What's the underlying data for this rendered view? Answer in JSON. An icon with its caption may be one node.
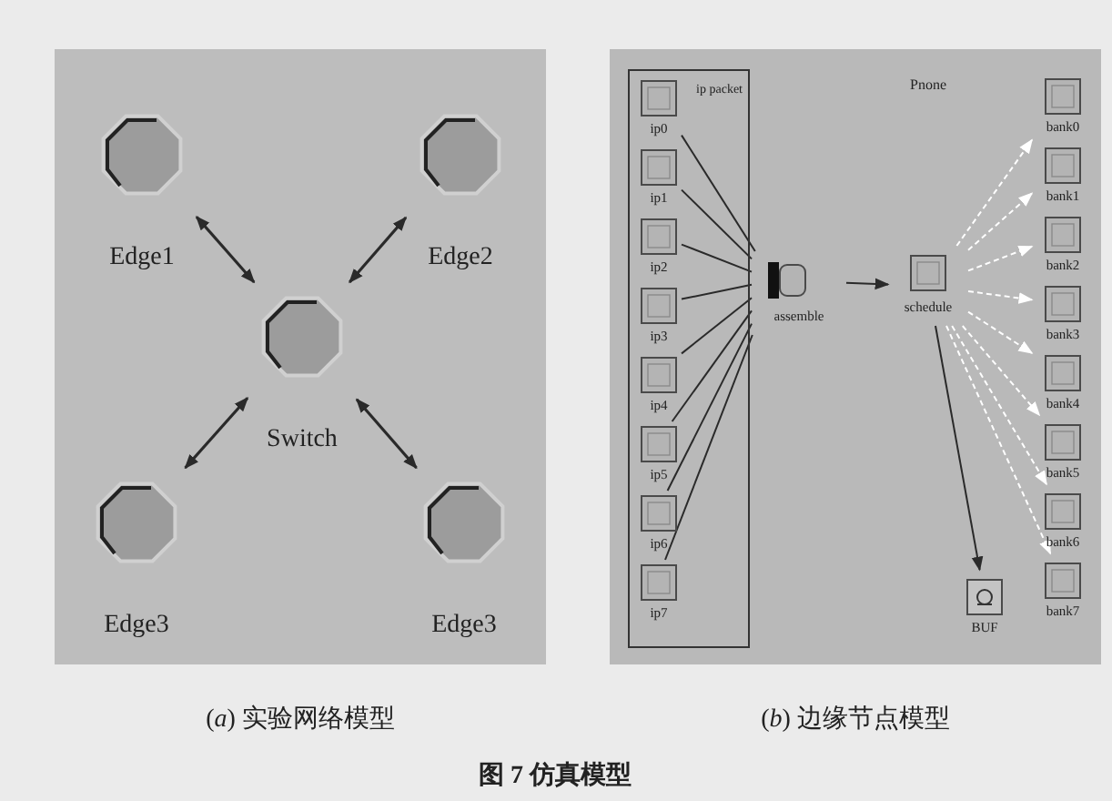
{
  "diagram": {
    "caption": "图 7 仿真模型",
    "nodes": [
      {
        "text": [
          "Edge1"
        ]
      },
      {
        "text": [
          "Edge2"
        ]
      },
      {
        "text": [
          "Switch"
        ]
      },
      {
        "text": [
          "Edge3"
        ]
      },
      {
        "text": [
          "Edge3"
        ]
      },
      {
        "text": [
          "ip packet"
        ]
      },
      {
        "text": [
          "ip0"
        ],
        "in": 5
      },
      {
        "text": [
          "ip1"
        ],
        "in": 5
      },
      {
        "text": [
          "ip2"
        ],
        "in": 5
      },
      {
        "text": [
          "ip3"
        ],
        "in": 5
      },
      {
        "text": [
          "ip4"
        ],
        "in": 5
      },
      {
        "text": [
          "ip5"
        ],
        "in": 5
      },
      {
        "text": [
          "ip6"
        ],
        "in": 5
      },
      {
        "text": [
          "ip7"
        ],
        "in": 5
      },
      {
        "text": [
          "assemble"
        ]
      },
      {
        "text": [
          "schedule"
        ]
      },
      {
        "text": [
          "bank0"
        ]
      },
      {
        "text": [
          "bank1"
        ]
      },
      {
        "text": [
          "bank2"
        ]
      },
      {
        "text": [
          "bank3"
        ]
      },
      {
        "text": [
          "bank4"
        ]
      },
      {
        "text": [
          "bank5"
        ]
      },
      {
        "text": [
          "bank6"
        ]
      },
      {
        "text": [
          "bank7"
        ]
      },
      {
        "text": [
          "BUF"
        ]
      }
    ],
    "edges": [
      {
        "from": 0,
        "to": 2,
        "arrow": "both"
      },
      {
        "from": 1,
        "to": 2,
        "arrow": "both"
      },
      {
        "from": 2,
        "to": 3,
        "arrow": "both"
      },
      {
        "from": 2,
        "to": 4,
        "arrow": "both"
      },
      {
        "from": 6,
        "to": 14,
        "arrow": "none"
      },
      {
        "from": 7,
        "to": 14,
        "arrow": "none"
      },
      {
        "from": 8,
        "to": 14,
        "arrow": "none"
      },
      {
        "from": 9,
        "to": 14,
        "arrow": "none"
      },
      {
        "from": 10,
        "to": 14,
        "arrow": "none"
      },
      {
        "from": 11,
        "to": 14,
        "arrow": "none"
      },
      {
        "from": 12,
        "to": 14,
        "arrow": "none"
      },
      {
        "from": 13,
        "to": 14,
        "arrow": "none"
      },
      {
        "from": 14,
        "to": 15,
        "arrow": "to"
      },
      {
        "from": 15,
        "to": 16,
        "arrow": "to",
        "style": "dashed",
        "color": "#ffffff"
      },
      {
        "from": 15,
        "to": 17,
        "arrow": "to",
        "style": "dashed",
        "color": "#ffffff"
      },
      {
        "from": 15,
        "to": 18,
        "arrow": "to",
        "style": "dashed",
        "color": "#ffffff"
      },
      {
        "from": 15,
        "to": 19,
        "arrow": "to",
        "style": "dashed",
        "color": "#ffffff"
      },
      {
        "from": 15,
        "to": 20,
        "arrow": "to",
        "style": "dashed",
        "color": "#ffffff"
      },
      {
        "from": 15,
        "to": 21,
        "arrow": "to",
        "style": "dashed",
        "color": "#ffffff"
      },
      {
        "from": 15,
        "to": 22,
        "arrow": "to",
        "style": "dashed",
        "color": "#ffffff"
      },
      {
        "from": 15,
        "to": 23,
        "arrow": "to",
        "style": "dashed",
        "color": "#ffffff"
      },
      {
        "from": 15,
        "to": 24,
        "arrow": "to"
      }
    ],
    "labels": [
      "Pnone",
      "(*a*) 实验网络模型",
      "(*b*) 边缘节点模型"
    ]
  }
}
